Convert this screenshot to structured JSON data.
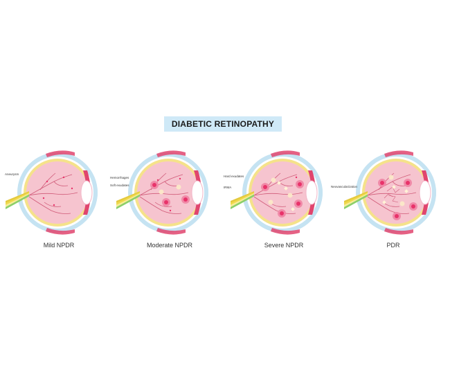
{
  "title": "DIABETIC RETINOPATHY",
  "colors": {
    "title_bg": "#cfe9f7",
    "retina": "#f6c4cf",
    "choroid_yellow": "#f5e28a",
    "sclera_blue": "#c5e3f2",
    "iris_magenta": "#e0456e",
    "vessel": "#d05a78",
    "optic_nerve_yellow": "#f0d94a",
    "optic_nerve_green": "#8ccf6a",
    "lesion_red": "#e8336a",
    "exudate": "#fbe9c8"
  },
  "stages": [
    {
      "label": "Mild NPDR",
      "callouts": [
        "Aneurysm"
      ]
    },
    {
      "label": "Moderate NPDR",
      "callouts": [
        "Hemorrhages",
        "Soft exudates"
      ]
    },
    {
      "label": "Severe NPDR",
      "callouts": [
        "Hard exudates",
        "IRMA"
      ]
    },
    {
      "label": "PDR",
      "callouts": [
        "Neovascularization"
      ]
    }
  ]
}
